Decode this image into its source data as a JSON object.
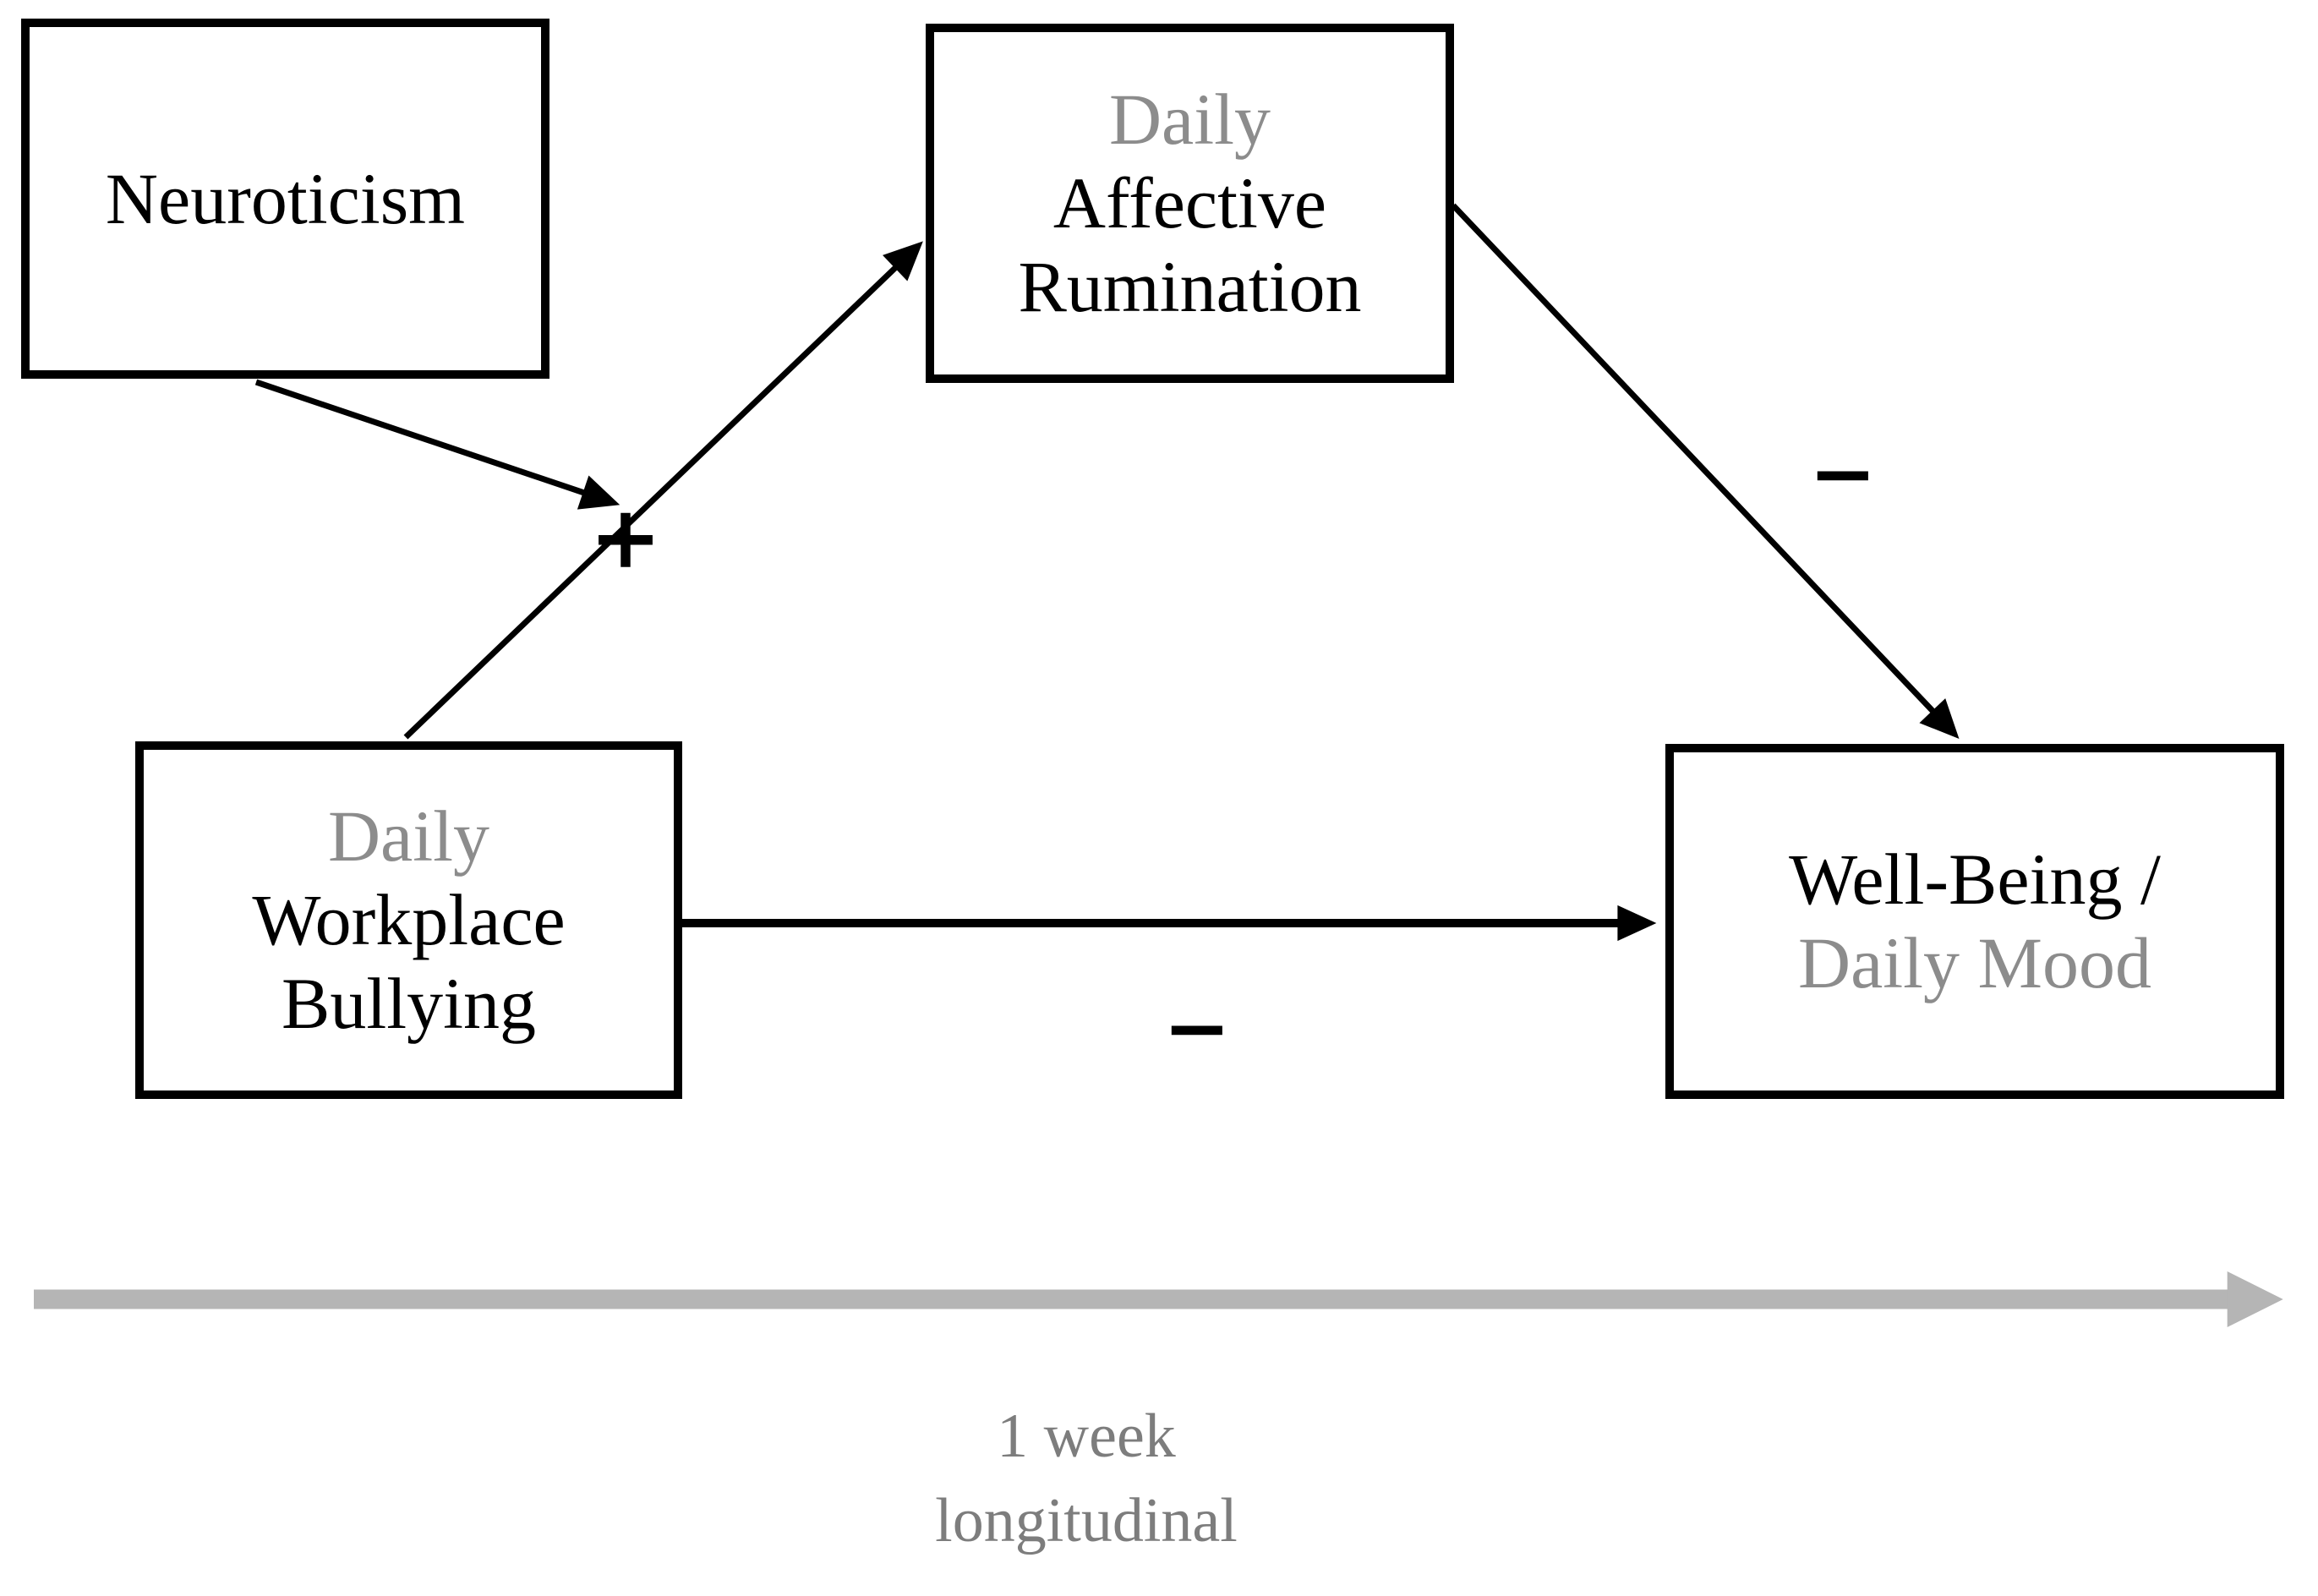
{
  "nodes": {
    "neuroticism": {
      "label": "Neuroticism"
    },
    "daily_affective_rumination": {
      "line1": "Daily",
      "line2": "Affective",
      "line3": "Rumination"
    },
    "daily_workplace_bullying": {
      "line1": "Daily",
      "line2": "Workplace",
      "line3": "Bullying"
    },
    "wellbeing_daily_mood": {
      "line1": "Well-Being /",
      "line2": "Daily Mood"
    }
  },
  "edge_labels": {
    "bullying_to_rumination_sign": "+",
    "rumination_to_wellbeing_sign": "−",
    "bullying_to_wellbeing_sign": "−"
  },
  "timeline": {
    "line1": "1 week",
    "line2": "longitudinal"
  },
  "colors": {
    "box_border": "#000000",
    "text_black": "#000000",
    "node_gray_text": "#8c8c8c",
    "caption_gray_text": "#7d7d7d",
    "arrow_black": "#000000",
    "timeline_arrow_gray": "#b5b5b5"
  }
}
